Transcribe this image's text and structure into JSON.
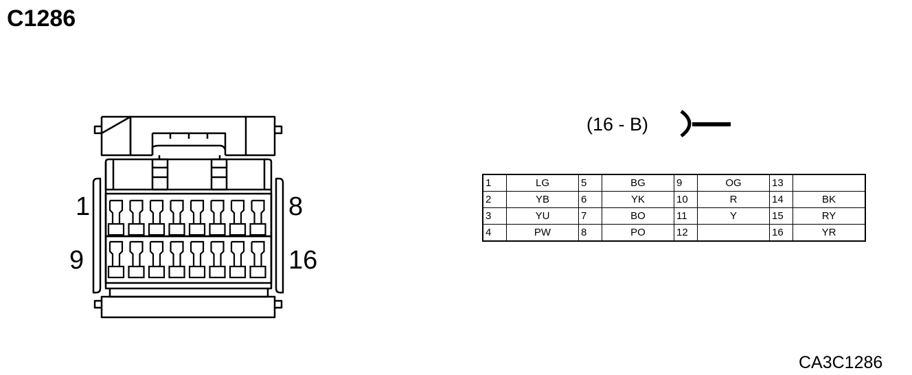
{
  "connector": {
    "id": "C1286",
    "badge": "(16 - B)",
    "drawing_code": "CA3C1286",
    "labels": {
      "top_left": "1",
      "top_right": "8",
      "bottom_left": "9",
      "bottom_right": "16"
    }
  },
  "pins": [
    [
      {
        "num": "1",
        "color": "LG"
      },
      {
        "num": "5",
        "color": "BG"
      },
      {
        "num": "9",
        "color": "OG"
      },
      {
        "num": "13",
        "color": ""
      }
    ],
    [
      {
        "num": "2",
        "color": "YB"
      },
      {
        "num": "6",
        "color": "YK"
      },
      {
        "num": "10",
        "color": "R"
      },
      {
        "num": "14",
        "color": "BK"
      }
    ],
    [
      {
        "num": "3",
        "color": "YU"
      },
      {
        "num": "7",
        "color": "BO"
      },
      {
        "num": "11",
        "color": "Y"
      },
      {
        "num": "15",
        "color": "RY"
      }
    ],
    [
      {
        "num": "4",
        "color": "PW"
      },
      {
        "num": "8",
        "color": "PO"
      },
      {
        "num": "12",
        "color": ""
      },
      {
        "num": "16",
        "color": "YR"
      }
    ]
  ]
}
